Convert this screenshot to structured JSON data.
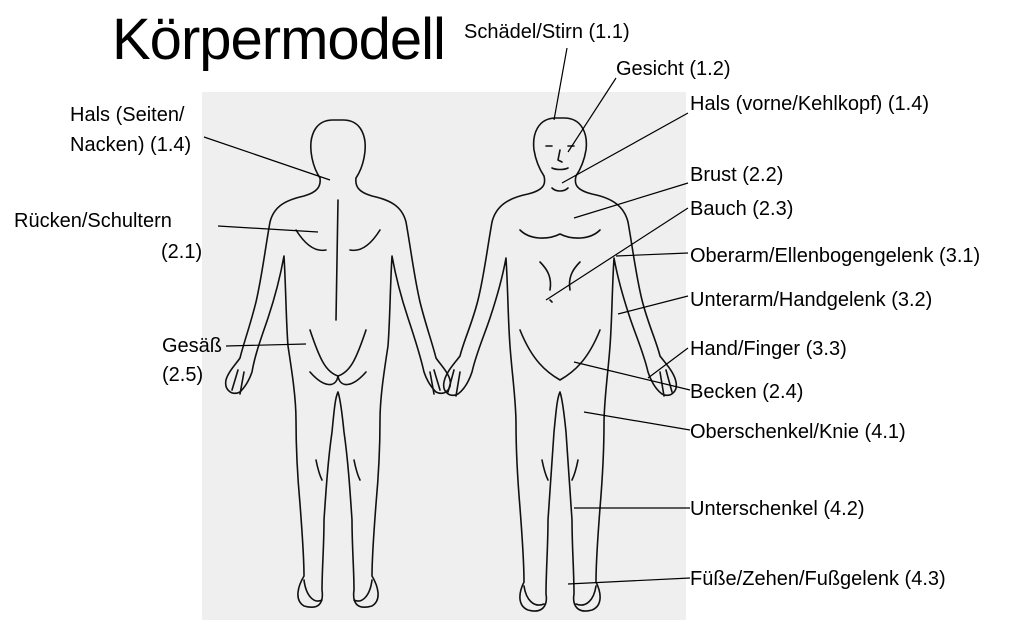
{
  "title": "Körpermodell",
  "labels": {
    "schaedel": "Schädel/Stirn (1.1)",
    "gesicht": "Gesicht (1.2)",
    "hals_vorne": "Hals (vorne/Kehlkopf) (1.4)",
    "hals_seiten_1": "Hals (Seiten/",
    "hals_seiten_2": "Nacken)  (1.4)",
    "ruecken_1": "Rücken/Schultern",
    "ruecken_2": "(2.1)",
    "gesaess_1": "Gesäß",
    "gesaess_2": "(2.5)",
    "brust": "Brust (2.2)",
    "bauch": "Bauch (2.3)",
    "oberarm": "Oberarm/Ellenbogengelenk (3.1)",
    "unterarm": "Unterarm/Handgelenk (3.2)",
    "hand": "Hand/Finger (3.3)",
    "becken": "Becken (2.4)",
    "oberschenkel": "Oberschenkel/Knie (4.1)",
    "unterschenkel": "Unterschenkel (4.2)",
    "fuesse": "Füße/Zehen/Fußgelenk (4.3)"
  }
}
